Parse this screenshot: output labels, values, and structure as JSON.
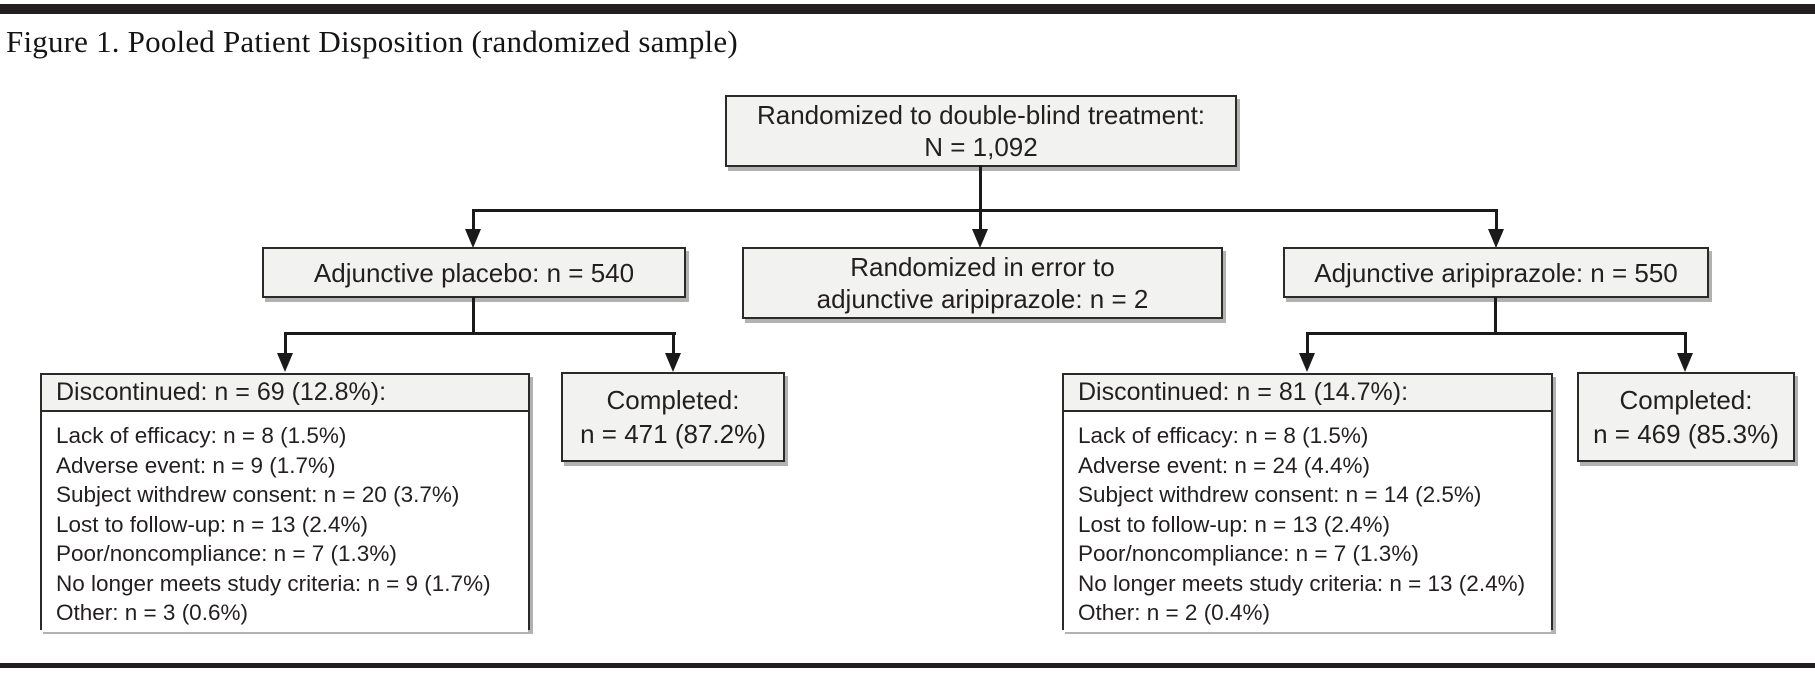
{
  "figure_title": "Figure 1. Pooled Patient Disposition (randomized sample)",
  "colors": {
    "box_fill": "#f2f2f1",
    "box_border": "#2b2a29",
    "text": "#231f20",
    "connector": "#1a1a1a",
    "rule": "#231f20"
  },
  "nodes": {
    "randomized": {
      "line1": "Randomized to double-blind treatment:",
      "line2": "N = 1,092"
    },
    "placebo": {
      "label": "Adjunctive placebo: n = 540"
    },
    "randomized_error": {
      "line1": "Randomized in error to",
      "line2": "adjunctive aripiprazole: n = 2"
    },
    "aripiprazole": {
      "label": "Adjunctive aripiprazole: n = 550"
    },
    "placebo_discontinued": {
      "header": "Discontinued: n = 69 (12.8%):",
      "items": [
        "Lack of efficacy: n = 8 (1.5%)",
        "Adverse event: n = 9 (1.7%)",
        "Subject withdrew consent: n = 20 (3.7%)",
        "Lost to follow-up: n = 13 (2.4%)",
        "Poor/noncompliance: n = 7 (1.3%)",
        "No longer meets study criteria: n = 9 (1.7%)",
        "Other: n = 3 (0.6%)"
      ]
    },
    "placebo_completed": {
      "line1": "Completed:",
      "line2": "n = 471 (87.2%)"
    },
    "aripiprazole_discontinued": {
      "header": "Discontinued: n = 81 (14.7%):",
      "items": [
        "Lack of efficacy: n = 8 (1.5%)",
        "Adverse event: n = 24 (4.4%)",
        "Subject withdrew consent: n = 14 (2.5%)",
        "Lost to follow-up: n = 13 (2.4%)",
        "Poor/noncompliance: n = 7 (1.3%)",
        "No longer meets study criteria: n = 13 (2.4%)",
        "Other: n = 2 (0.4%)"
      ]
    },
    "aripiprazole_completed": {
      "line1": "Completed:",
      "line2": "n = 469 (85.3%)"
    },
    "edges": [
      "randomized->placebo",
      "randomized->randomized_error",
      "randomized->aripiprazole",
      "placebo->placebo_discontinued",
      "placebo->placebo_completed",
      "aripiprazole->aripiprazole_discontinued",
      "aripiprazole->aripiprazole_completed"
    ]
  }
}
